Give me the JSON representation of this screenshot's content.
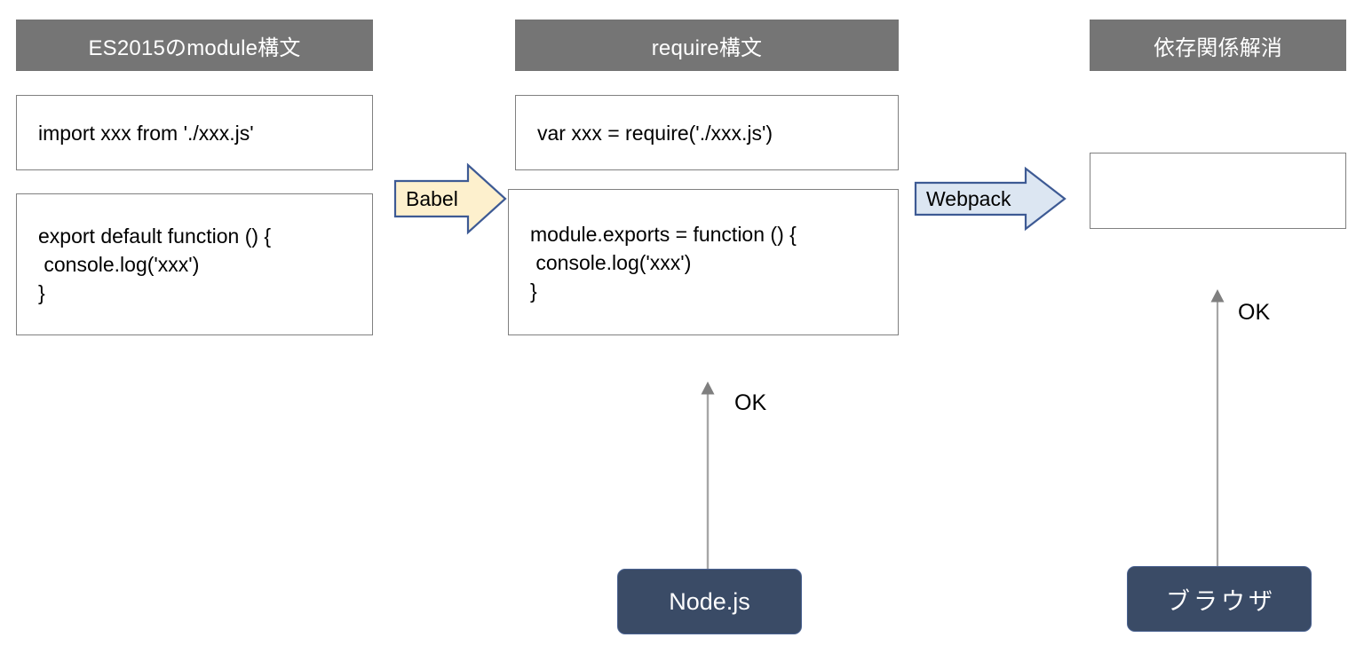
{
  "diagram": {
    "title": "ES2015 module syntax to require syntax to dependency resolution flow",
    "colors": {
      "header_bar": "#757575",
      "header_text": "#ffffff",
      "box_border": "#808080",
      "babel_arrow_fill": "#fdf0cd",
      "babel_arrow_stroke": "#3d5a94",
      "webpack_arrow_fill": "#dce6f2",
      "webpack_arrow_stroke": "#3d5a94",
      "runtime_box_fill": "#3a4b66",
      "runtime_box_text": "#ffffff",
      "connector_line": "#a6a6a6",
      "connector_head": "#7f7f7f"
    },
    "columns": [
      {
        "id": "es2015",
        "header": "ES2015のmodule構文",
        "boxes": [
          {
            "id": "import-box",
            "lines": [
              "import xxx from './xxx.js'"
            ]
          },
          {
            "id": "export-box",
            "lines": [
              "export default function () {",
              " console.log('xxx')",
              "}"
            ]
          }
        ]
      },
      {
        "id": "require",
        "header": "require構文",
        "boxes": [
          {
            "id": "require-box",
            "lines": [
              "var xxx = require('./xxx.js')"
            ]
          },
          {
            "id": "module-exports-box",
            "lines": [
              "module.exports = function () {",
              " console.log('xxx')",
              "}"
            ]
          }
        ]
      },
      {
        "id": "bundle",
        "header": "依存関係解消",
        "boxes": [
          {
            "id": "bundle-box",
            "lines": [
              ""
            ]
          }
        ]
      }
    ],
    "transforms": [
      {
        "id": "babel",
        "label": "Babel",
        "from": "es2015",
        "to": "require"
      },
      {
        "id": "webpack",
        "label": "Webpack",
        "from": "require",
        "to": "bundle"
      }
    ],
    "runtimes": [
      {
        "id": "node",
        "label": "Node.js",
        "status": "OK",
        "target": "require"
      },
      {
        "id": "browser",
        "label": "ブラウザ",
        "status": "OK",
        "target": "bundle"
      }
    ]
  }
}
